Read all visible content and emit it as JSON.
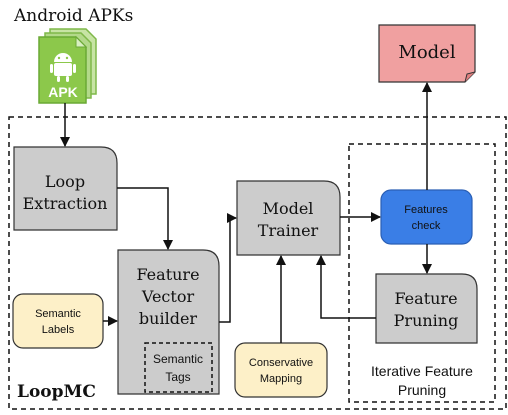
{
  "apk": {
    "title": "Android APKs",
    "badge": "APK"
  },
  "model": {
    "label": "Model"
  },
  "system": {
    "name": "LoopMC"
  },
  "loop_extraction": {
    "line1": "Loop",
    "line2": "Extraction"
  },
  "feature_vector_builder": {
    "line1": "Feature",
    "line2": "Vector",
    "line3": "builder"
  },
  "semantic_tags": {
    "line1": "Semantic",
    "line2": "Tags"
  },
  "semantic_labels": {
    "line1": "Semantic",
    "line2": "Labels"
  },
  "model_trainer": {
    "line1": "Model",
    "line2": "Trainer"
  },
  "conservative_mapping": {
    "line1": "Conservative",
    "line2": "Mapping"
  },
  "features_check": {
    "line1": "Features",
    "line2": "check"
  },
  "feature_pruning": {
    "line1": "Feature",
    "line2": "Pruning"
  },
  "iterative_pruning": {
    "line1": "Iterative Feature",
    "line2": "Pruning"
  },
  "colors": {
    "process_box": "#cccccc",
    "model": "#f0a0a0",
    "features_check": "#3a7ee6",
    "note": "#fdf0c8",
    "apk_green": "#8cc84b"
  }
}
